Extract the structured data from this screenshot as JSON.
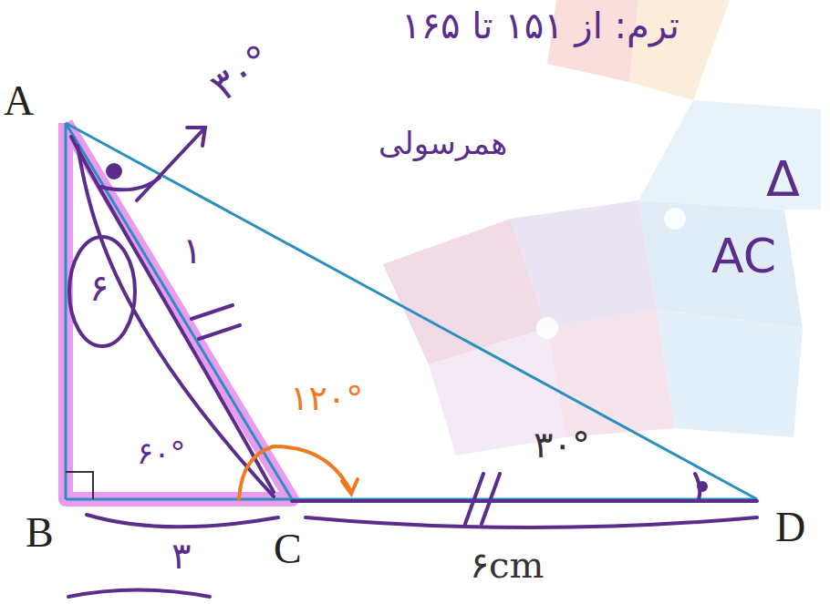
{
  "diagram": {
    "labels": [
      "A",
      "B",
      "C",
      "D",
      "۳۰°",
      "۶۰°",
      "۱۲۰°",
      "۳۰°",
      "۳",
      "۶cm",
      "۱",
      "۶",
      "ترم: از ۱۵۱ تا ۱۶۵",
      "همرسولی",
      "Δ",
      "AC"
    ]
  }
}
